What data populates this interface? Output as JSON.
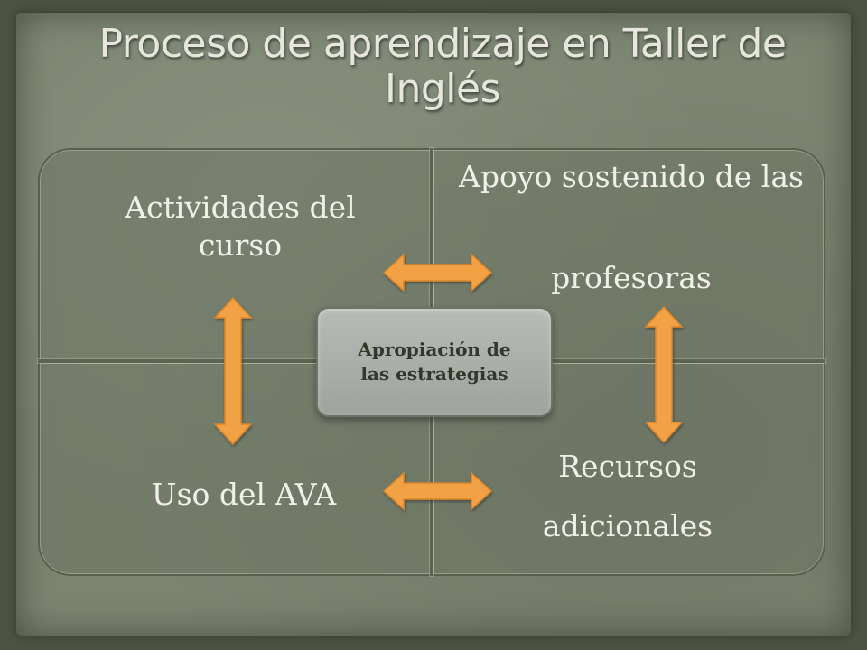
{
  "title": "Proceso de aprendizaje en Taller de Inglés",
  "quadrants": {
    "top_left": "Actividades del curso",
    "top_right": [
      "Apoyo sostenido de las",
      "profesoras"
    ],
    "bottom_left": "Uso del AVA",
    "bottom_right": [
      "Recursos",
      "adicionales"
    ]
  },
  "center": "Apropiación de las estrategias",
  "colors": {
    "arrow": "#f2a144",
    "background": "#7c8572",
    "text": "#f0f0e8"
  }
}
